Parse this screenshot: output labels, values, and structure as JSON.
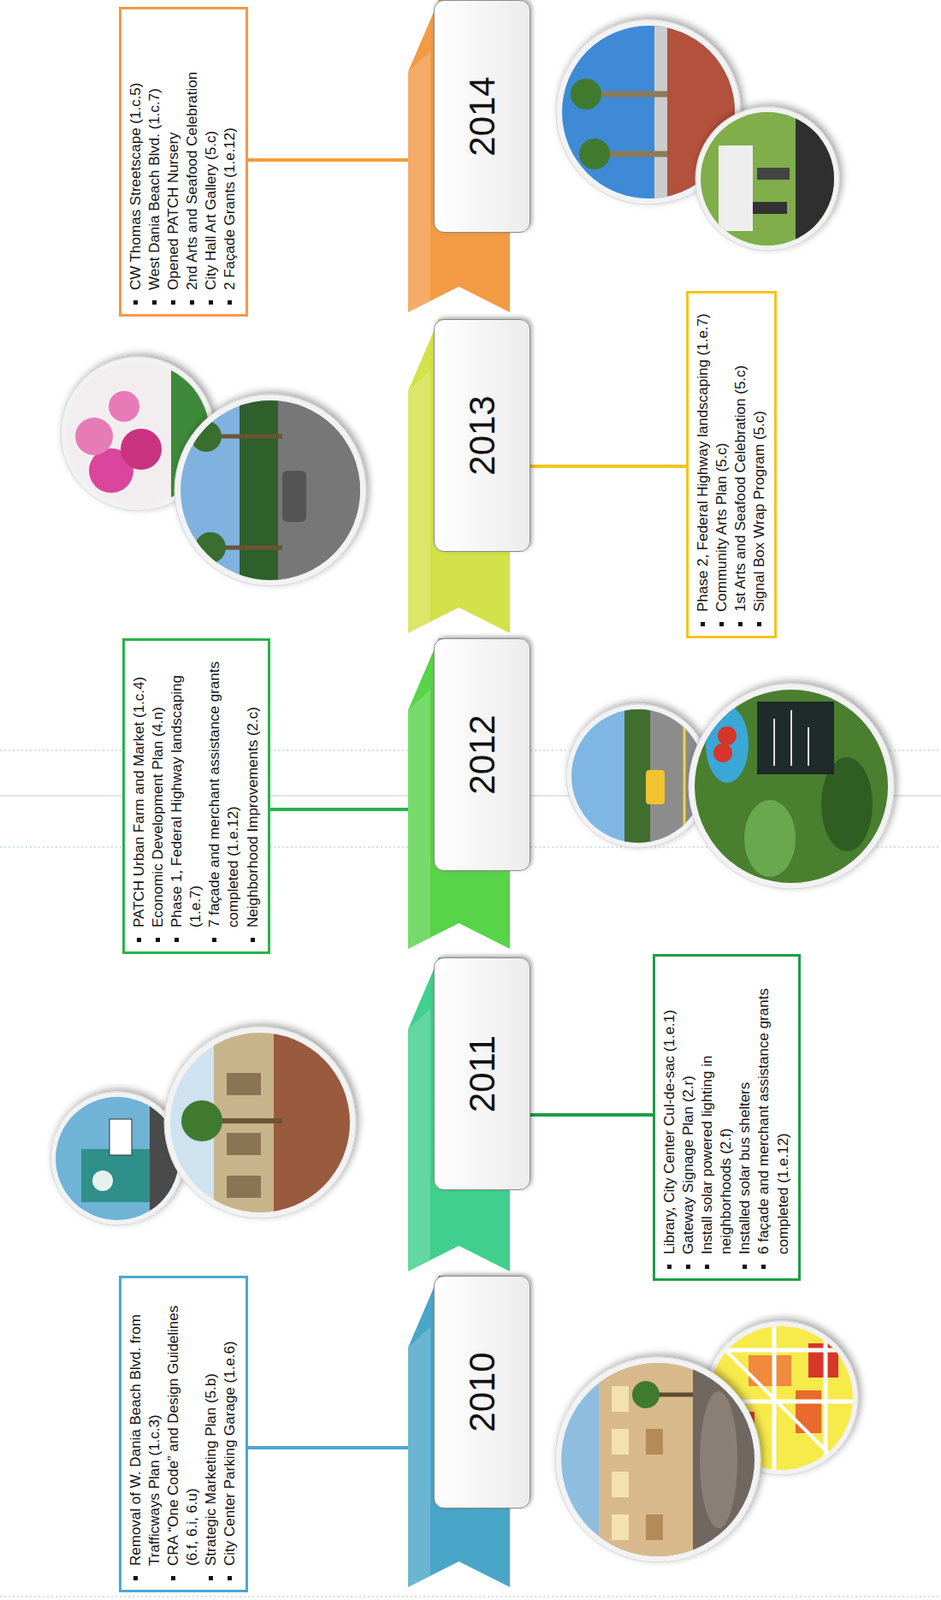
{
  "diagram": {
    "nodes": [
      {
        "text": [
          "2010"
        ]
      },
      {
        "text": [
          "Removal of W. Dania Beach Blvd. from Trafficways Plan (1.c.3)",
          "CRA “One Code” and Design Guidelines (6.f, 6.i, 6.u)",
          "Strategic Marketing Plan (5.b)",
          "City Center Parking Garage (1.e.6)"
        ]
      },
      {
        "text": [
          "2011"
        ]
      },
      {
        "text": [
          "Library, City Center Cul-de-sac (1.e.1)",
          "Gateway Signage Plan (2.r)",
          "Install solar powered lighting in neighborhoods (2.f)",
          "Installed solar bus shelters",
          "6 façade and merchant assistance grants completed (1.e.12)"
        ]
      },
      {
        "text": [
          "2012"
        ]
      },
      {
        "text": [
          "PATCH Urban Farm and Market (1.c.4)",
          "Economic Development Plan (4.n)",
          "Phase 1, Federal Highway landscaping (1.e.7)",
          "7 façade and merchant assistance grants completed (1.e.12)",
          "Neighborhood Improvements (2.c)"
        ]
      },
      {
        "text": [
          "2013"
        ]
      },
      {
        "text": [
          "Phase 2, Federal Highway landscaping (1.e.7)",
          "Community Arts Plan (5.c)",
          "1st Arts and Seafood Celebration (5.c)",
          "Signal Box Wrap Program (5.c)"
        ]
      },
      {
        "text": [
          "2014"
        ]
      },
      {
        "text": [
          "CW Thomas Streetscape (1.c.5)",
          "West Dania Beach Blvd. (1.c.7)",
          "Opened PATCH Nursery",
          "2nd Arts and Seafood Celebration",
          "City Hall Art Gallery (5.c)",
          "2 Façade Grants (1.e.12)"
        ]
      }
    ],
    "edges": [
      {
        "from": 0,
        "to": 1,
        "arrow": "none"
      },
      {
        "from": 2,
        "to": 3,
        "arrow": "none"
      },
      {
        "from": 4,
        "to": 5,
        "arrow": "none"
      },
      {
        "from": 6,
        "to": 7,
        "arrow": "none"
      },
      {
        "from": 8,
        "to": 9,
        "arrow": "none"
      }
    ]
  }
}
